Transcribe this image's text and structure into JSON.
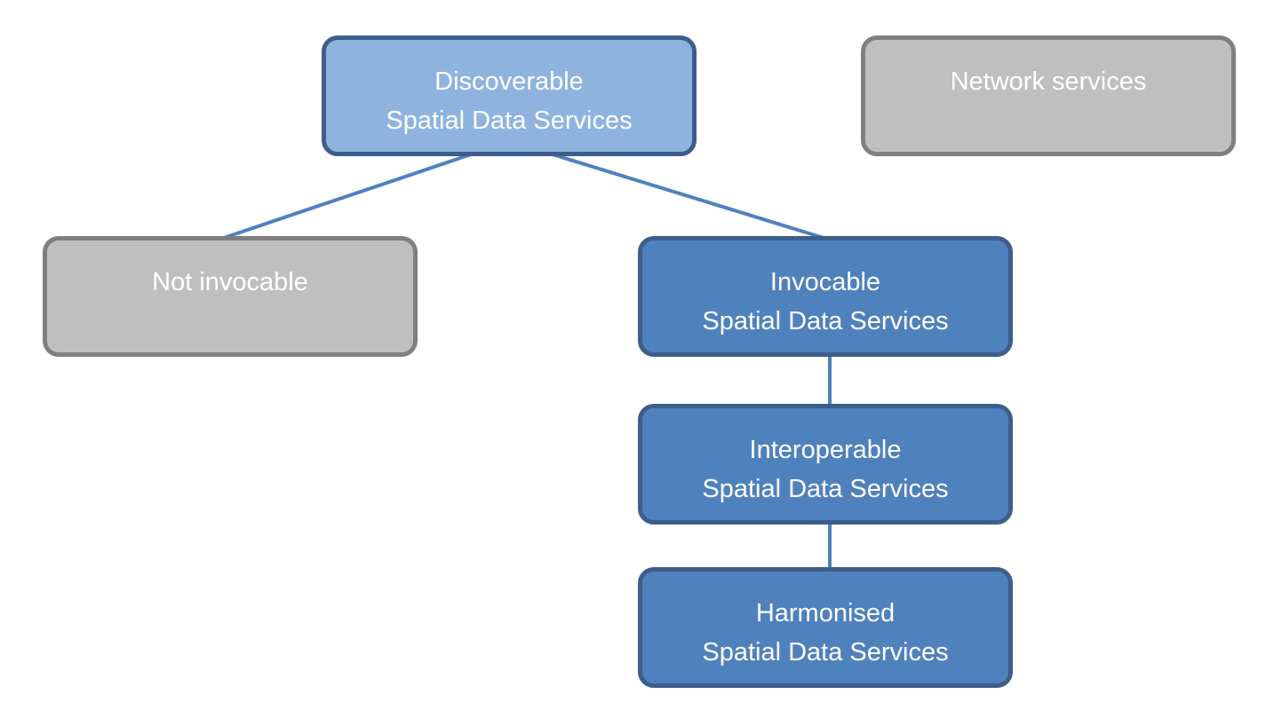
{
  "diagram": {
    "nodes": {
      "discoverable": {
        "line1": "Discoverable",
        "line2": "Spatial Data Services"
      },
      "network": {
        "line1": "Network services"
      },
      "not_invocable": {
        "line1": "Not invocable"
      },
      "invocable": {
        "line1": "Invocable",
        "line2": "Spatial Data Services"
      },
      "interoperable": {
        "line1": "Interoperable",
        "line2": "Spatial Data Services"
      },
      "harmonised": {
        "line1": "Harmonised",
        "line2": "Spatial Data Services"
      }
    },
    "edges": [
      {
        "from": "discoverable",
        "to": "not_invocable"
      },
      {
        "from": "discoverable",
        "to": "invocable"
      },
      {
        "from": "invocable",
        "to": "interoperable"
      },
      {
        "from": "interoperable",
        "to": "harmonised"
      }
    ],
    "colors": {
      "light_blue_fill": "#8eb3df",
      "blue_fill": "#4f81bd",
      "blue_border": "#3d5e8c",
      "grey_fill": "#bfbfbf",
      "grey_border": "#7f7f7f",
      "connector": "#4f81bd",
      "text": "#ffffff"
    }
  }
}
